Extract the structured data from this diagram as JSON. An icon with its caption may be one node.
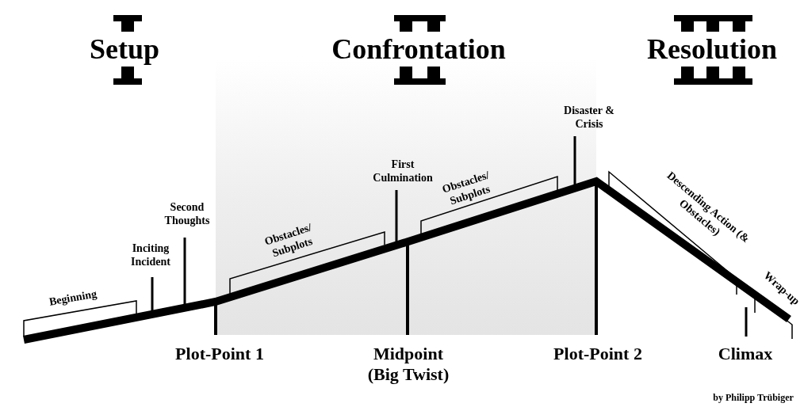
{
  "diagram": {
    "labels": [
      "Setup",
      "Confrontation",
      "Resolution",
      "Disaster & Crisis",
      "First Culmination",
      "Obstacles/ Subplots",
      "Descending Action (& Obstacles)",
      "Second Thoughts",
      "Obstacles/ Subplots",
      "Inciting Incident",
      "Wrap-up",
      "Beginning",
      "Plot-Point 1",
      "Midpoint (Big Twist)",
      "Plot-Point 2",
      "Climax",
      "by Philipp Trübiger"
    ]
  }
}
